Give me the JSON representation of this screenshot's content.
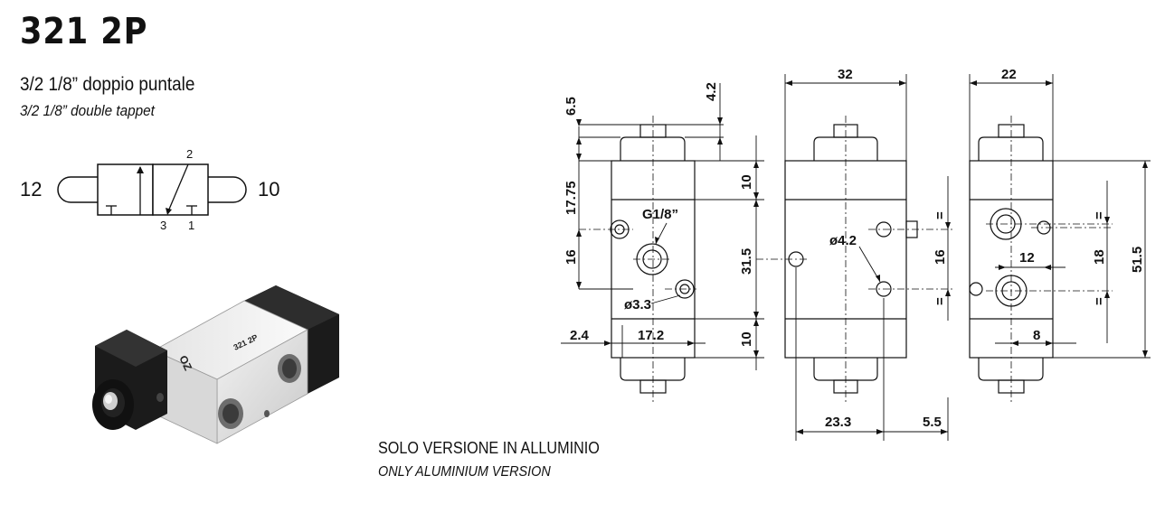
{
  "header": {
    "title": "321 2P",
    "subtitle_it": "3/2 1/8” doppio puntale",
    "subtitle_en": "3/2 1/8” double tappet"
  },
  "symbol": {
    "left_port": "12",
    "right_port": "10",
    "port_out": "2",
    "port_exhaust": "3",
    "port_supply": "1"
  },
  "product": {
    "body_label": "321 2P",
    "logo_text": "OZ"
  },
  "note": {
    "it": "SOLO VERSIONE IN ALLUMINIO",
    "en": "ONLY ALUMINIUM VERSION"
  },
  "dims": {
    "d6_5": "6.5",
    "d4_2": "4.2",
    "d17_75": "17.75",
    "d16_left": "16",
    "d10_top": "10",
    "d31_5": "31.5",
    "d10_bot": "10",
    "d2_4": "2.4",
    "d17_2": "17.2",
    "thread": "G1/8”",
    "hole_3_3": "ø3.3",
    "d32": "32",
    "hole_4_2": "ø4.2",
    "d16_mid": "16",
    "eq1": "=",
    "eq2": "=",
    "d23_3": "23.3",
    "d5_5": "5.5",
    "d22": "22",
    "eq3": "=",
    "eq4": "=",
    "d12": "12",
    "d18": "18",
    "d51_5": "51.5",
    "d8": "8"
  }
}
